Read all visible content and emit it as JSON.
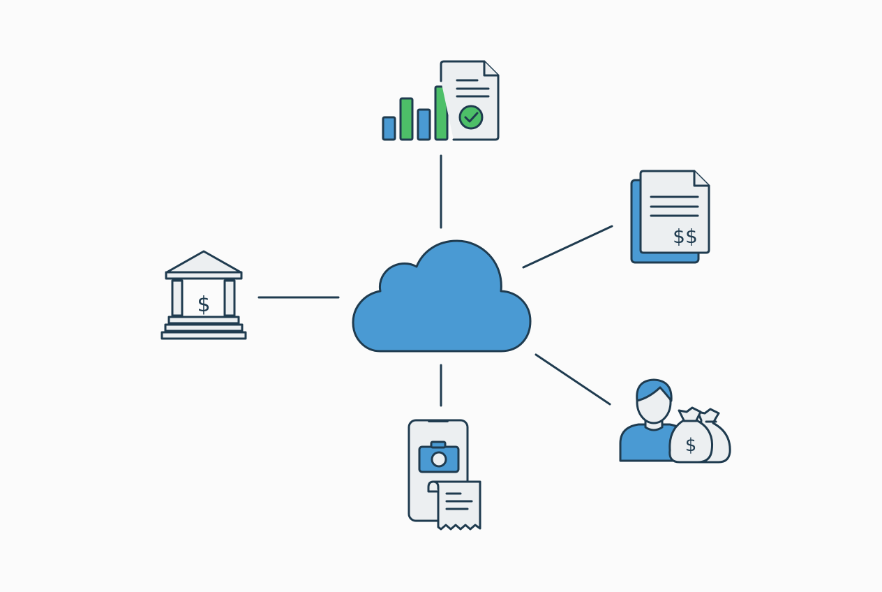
{
  "diagram": {
    "hub": {
      "icon": "cloud-icon"
    },
    "nodes": [
      {
        "id": "reports",
        "icon": "bar-chart-report-approved-icon",
        "position": "top"
      },
      {
        "id": "invoices",
        "icon": "invoice-documents-dollar-icon",
        "position": "upper-right"
      },
      {
        "id": "payroll",
        "icon": "person-money-bags-icon",
        "position": "lower-right"
      },
      {
        "id": "receipts",
        "icon": "phone-camera-receipt-icon",
        "position": "bottom"
      },
      {
        "id": "bank",
        "icon": "bank-dollar-icon",
        "position": "left"
      }
    ],
    "currency_symbol": "$"
  },
  "colors": {
    "outline": "#1f3b4f",
    "blue": "#4a9ad3",
    "green": "#4dbf68",
    "light": "#eceff1",
    "background": "#fbfbfb"
  }
}
